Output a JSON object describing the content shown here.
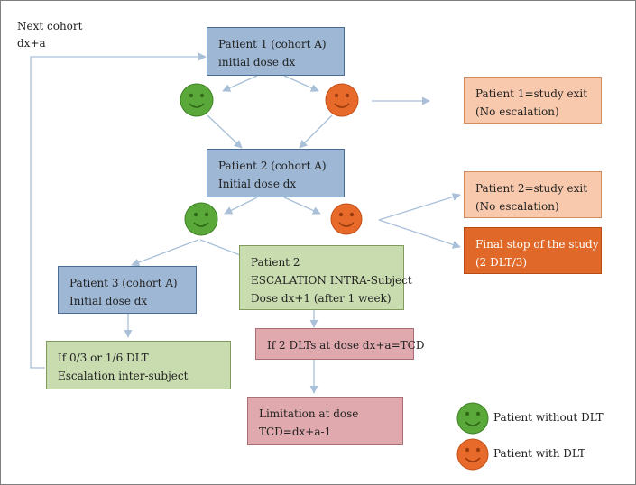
{
  "next_cohort": {
    "line1": "Next cohort",
    "line2": "dx+a"
  },
  "boxes": {
    "p1": {
      "line1": "Patient 1 (cohort A)",
      "line2": "ınitial dose dx"
    },
    "p1_exit": {
      "line1": "Patient 1=study exit",
      "line2": "(No escalation)"
    },
    "p2": {
      "line1": "Patient 2 (cohort A)",
      "line2": "Initial dose dx"
    },
    "p2_exit": {
      "line1": "Patient 2=study exit",
      "line2": "(No escalation)"
    },
    "final": {
      "line1": "Final stop of the study",
      "line2": "(2 DLT/3)"
    },
    "p3": {
      "line1": "Patient 3 (cohort A)",
      "line2": "Initial dose dx"
    },
    "intra": {
      "line1": "Patient 2",
      "line2": "ESCALATION INTRA-Subject",
      "line3": "Dose dx+1 (after 1 week)"
    },
    "inter": {
      "line1": "If 0/3 or 1/6 DLT",
      "line2": "Escalation inter-subject"
    },
    "tcd": {
      "line1": "If 2 DLTs at dose dx+a=TCD"
    },
    "limit": {
      "line1": "Limitation at dose",
      "line2": "TCD=dx+a-1"
    }
  },
  "legend": {
    "no_dlt": "Patient without DLT",
    "dlt": "Patient with DLT"
  },
  "colors": {
    "green_face": "#5aa83a",
    "orange_face": "#e86a2a",
    "arrow": "#a9c0d8"
  }
}
